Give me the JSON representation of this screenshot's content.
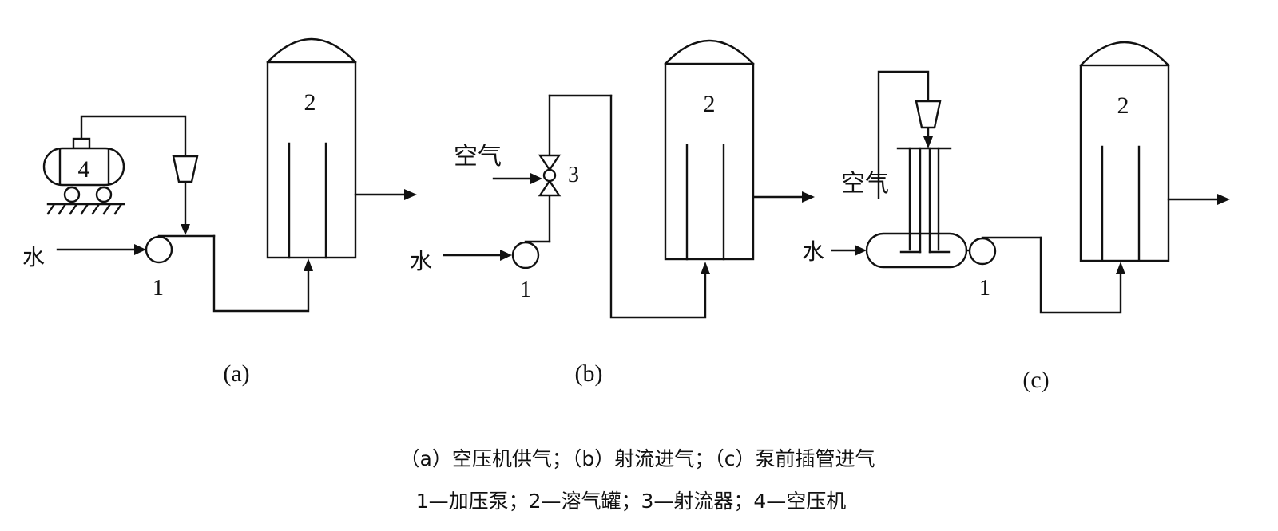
{
  "panels": [
    {
      "caption": "(a)",
      "water_label": "水",
      "pump_label": "1",
      "tank_label": "2",
      "compressor_label": "4"
    },
    {
      "caption": "(b)",
      "water_label": "水",
      "air_label": "空气",
      "pump_label": "1",
      "ejector_label": "3",
      "tank_label": "2"
    },
    {
      "caption": "(c)",
      "water_label": "水",
      "air_label": "空气",
      "pump_label": "1",
      "tank_label": "2"
    }
  ],
  "caption_line1": "（a）空压机供气；（b）射流进气；（c）泵前插管进气",
  "caption_line2": "1—加压泵；2—溶气罐；3—射流器；4—空压机"
}
